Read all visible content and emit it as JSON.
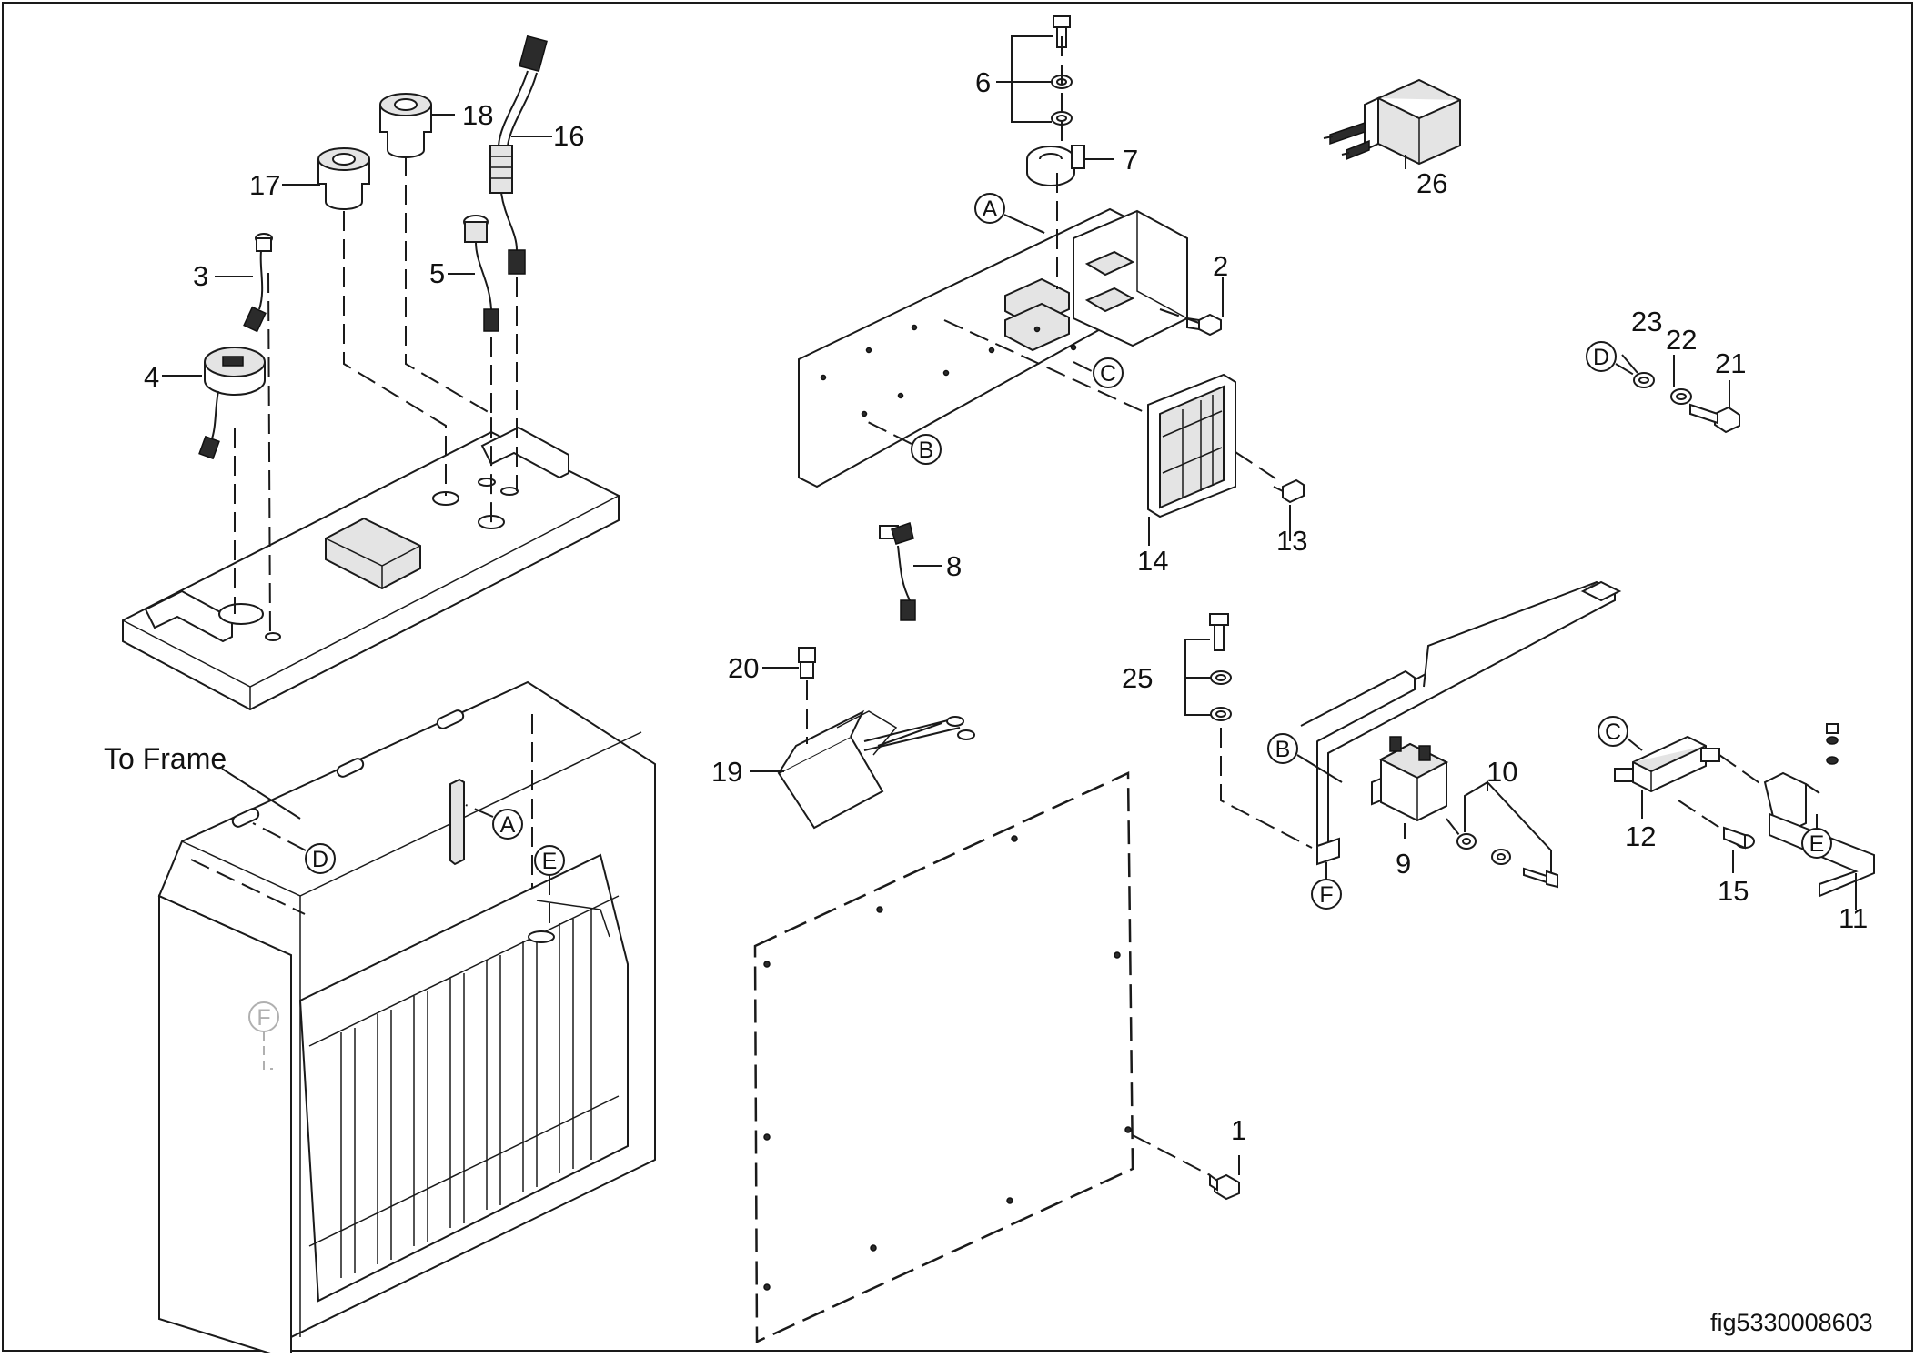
{
  "figure_id": "fig5330008603",
  "callout_to_frame": "To Frame",
  "part_numbers": [
    "1",
    "2",
    "3",
    "4",
    "5",
    "6",
    "7",
    "8",
    "9",
    "10",
    "11",
    "12",
    "13",
    "14",
    "15",
    "16",
    "17",
    "18",
    "19",
    "20",
    "21",
    "22",
    "23",
    "25",
    "26"
  ],
  "reference_letters": {
    "A": "A",
    "B": "B",
    "C": "C",
    "D": "D",
    "E": "E",
    "F": "F"
  }
}
